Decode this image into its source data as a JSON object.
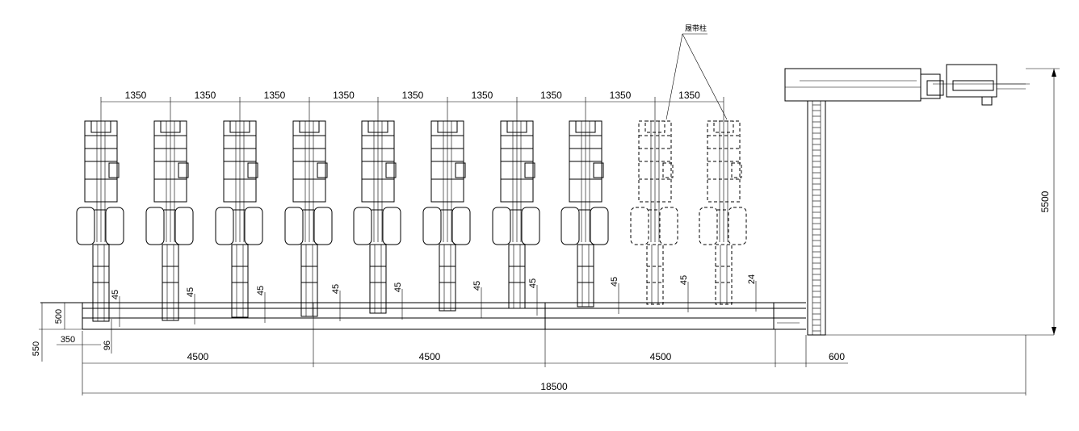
{
  "annotation": {
    "label": "履带柱"
  },
  "dimensions": {
    "spacing": [
      "1350",
      "1350",
      "1350",
      "1350",
      "1350",
      "1350",
      "1350",
      "1350",
      "1350"
    ],
    "offsets": [
      "45",
      "45",
      "45",
      "45",
      "45",
      "45",
      "45",
      "45",
      "45",
      "24"
    ],
    "segments": [
      "4500",
      "4500",
      "4500"
    ],
    "left_500": "500",
    "left_550": "550",
    "left_350": "350",
    "left_96": "96",
    "gap_600": "600",
    "total": "18500",
    "height": "5500"
  },
  "machines": [
    {
      "id": "m1",
      "style": "solid"
    },
    {
      "id": "m2",
      "style": "solid"
    },
    {
      "id": "m3",
      "style": "solid"
    },
    {
      "id": "m4",
      "style": "solid"
    },
    {
      "id": "m5",
      "style": "solid"
    },
    {
      "id": "m6",
      "style": "solid"
    },
    {
      "id": "m7",
      "style": "solid"
    },
    {
      "id": "m8",
      "style": "solid"
    },
    {
      "id": "m9",
      "style": "dashed"
    },
    {
      "id": "m10",
      "style": "dashed"
    }
  ]
}
